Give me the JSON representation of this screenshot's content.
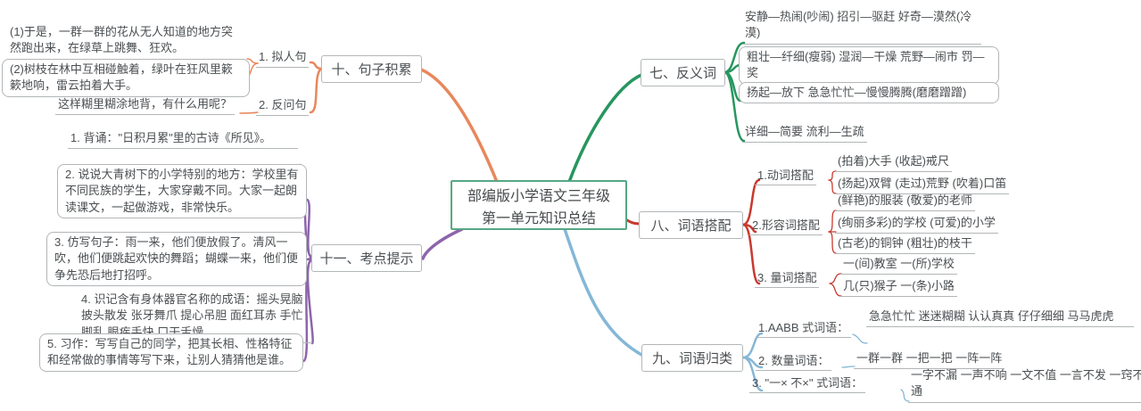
{
  "center": {
    "line1": "部编版小学语文三年级",
    "line2": "第一单元知识总结"
  },
  "colors": {
    "center_border": "#57a786",
    "branch_sentences": "#e8875c",
    "branch_exam_points": "#8d65ab",
    "branch_antonyms": "#27965f",
    "branch_collocation": "#c9392e",
    "branch_classification": "#85b7d7",
    "node_border": "#b2b6b8",
    "text": "#4b4f52"
  },
  "branches": {
    "sentences": {
      "label": "十、句子积累",
      "personification": {
        "label": "1. 拟人句",
        "example1": "(1)于是，一群一群的花从无人知道的地方突然跑出来，在绿草上跳舞、狂欢。",
        "example2": "(2)树枝在林中互相碰触着，绿叶在狂风里簌簌地响，雷云拍着大手。"
      },
      "rhetorical": {
        "label": "2. 反问句",
        "example": "这样糊里糊涂地背，有什么用呢？"
      }
    },
    "exam_points": {
      "label": "十一、考点提示",
      "items": [
        "1. 背诵：\"日积月累\"里的古诗《所见》。",
        "2. 说说大青树下的小学特别的地方：学校里有不同民族的学生，大家穿戴不同。大家一起朗读课文，一起做游戏，非常快乐。",
        "3. 仿写句子：雨一来，他们便放假了。清风一吹，他们便跳起欢快的舞蹈；蝴蝶一来，他们便争先恐后地打招呼。",
        "4. 识记含有身体器官名称的成语：摇头晃脑 披头散发 张牙舞爪 提心吊胆 面红耳赤 手忙脚乱 眼疾手快 口干舌燥",
        "5. 习作：写写自己的同学，把其长相、性格特征和经常做的事情等写下来，让别人猜猜他是谁。"
      ]
    },
    "antonyms": {
      "label": "七、反义词",
      "items": [
        "安静—热闹(吵闹) 招引—驱赶 好奇—漠然(冷漠)",
        "粗壮—纤细(瘦弱) 湿润—干燥 荒野—闹市 罚—奖",
        "扬起—放下 急急忙忙—慢慢腾腾(磨磨蹭蹭)",
        "详细—简要 流利—生疏"
      ]
    },
    "collocation": {
      "label": "八、词语搭配",
      "groups": [
        {
          "label": "1.动词搭配",
          "items": [
            "(拍着)大手 (收起)戒尺",
            "(扬起)双臂 (走过)荒野 (吹着)口笛"
          ]
        },
        {
          "label": "2.形容词搭配",
          "items": [
            "(鲜艳)的服装 (敬爱)的老师",
            "(绚丽多彩)的学校 (可爱)的小学",
            "(古老)的铜钟 (粗壮)的枝干"
          ]
        },
        {
          "label": "3. 量词搭配",
          "items": [
            "一(间)教室 一(所)学校",
            "几(只)猴子 一(条)小路"
          ]
        }
      ]
    },
    "classification": {
      "label": "九、词语归类",
      "groups": [
        {
          "label": "1.AABB 式词语：",
          "value": "急急忙忙 迷迷糊糊 认认真真 仔仔细细 马马虎虎"
        },
        {
          "label": "2. 数量词语：",
          "value": "一群一群 一把一把 一阵一阵"
        },
        {
          "label": "3. \"一× 不×\" 式词语：",
          "value": "一字不漏 一声不响 一文不值 一言不发 一窍不通"
        }
      ]
    }
  }
}
